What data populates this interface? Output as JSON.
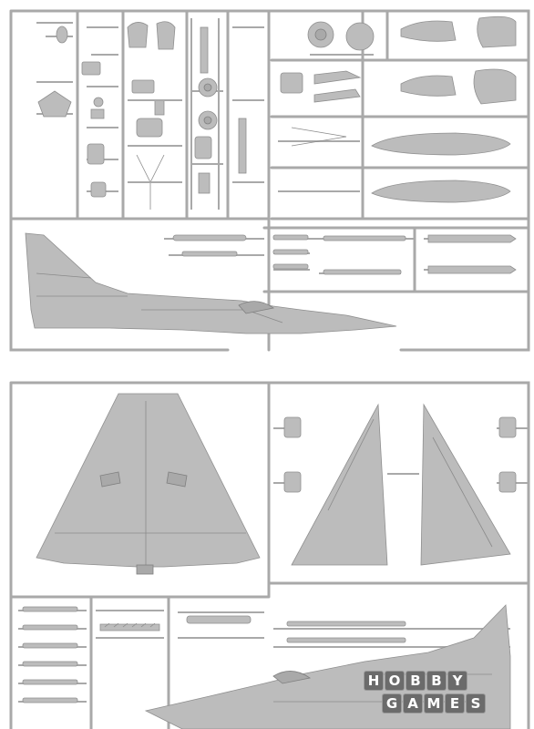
{
  "image": {
    "subject": "plastic-model-kit-sprues",
    "colors": {
      "background": "#ffffff",
      "plastic": "#b9b9b9",
      "plastic_dark": "#9c9c9c",
      "runner": "#a8a8a8"
    }
  },
  "watermark": {
    "line1": [
      "H",
      "O",
      "B",
      "B",
      "Y"
    ],
    "line2": [
      "G",
      "A",
      "M",
      "E",
      "S"
    ]
  }
}
